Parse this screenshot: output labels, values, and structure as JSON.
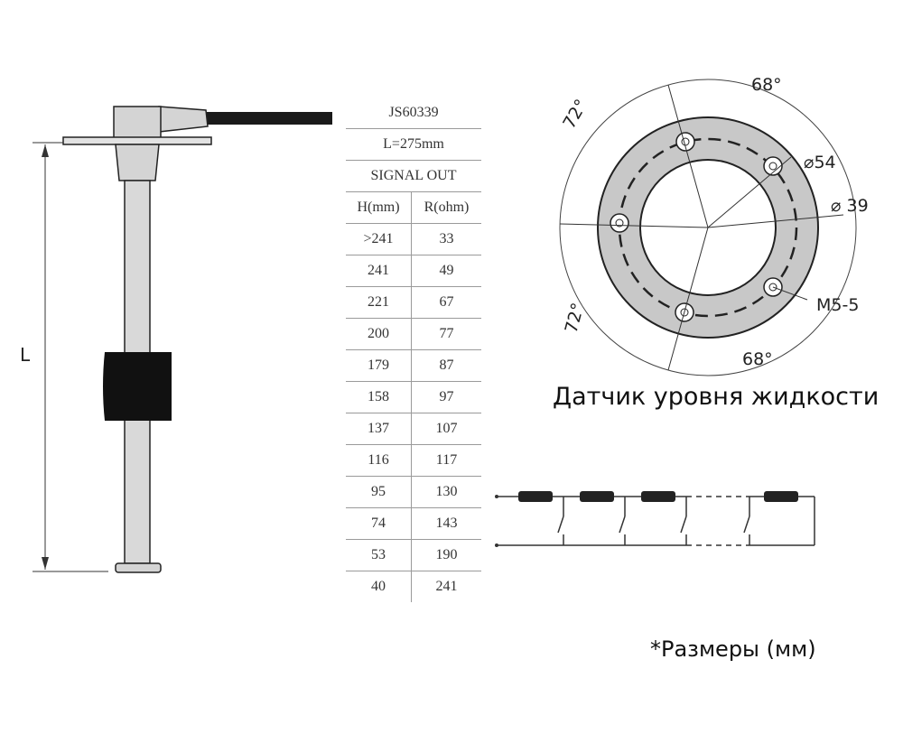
{
  "sensor": {
    "length_label": "L"
  },
  "table": {
    "model": "JS60339",
    "length": "L=275mm",
    "signal": "SIGNAL OUT",
    "col_h": "H(mm)",
    "col_r": "R(ohm)",
    "rows": [
      {
        "h": ">241",
        "r": "33"
      },
      {
        "h": "241",
        "r": "49"
      },
      {
        "h": "221",
        "r": "67"
      },
      {
        "h": "200",
        "r": "77"
      },
      {
        "h": "179",
        "r": "87"
      },
      {
        "h": "158",
        "r": "97"
      },
      {
        "h": "137",
        "r": "107"
      },
      {
        "h": "116",
        "r": "117"
      },
      {
        "h": "95",
        "r": "130"
      },
      {
        "h": "74",
        "r": "143"
      },
      {
        "h": "53",
        "r": "190"
      },
      {
        "h": "40",
        "r": "241"
      }
    ]
  },
  "flange": {
    "angle_top_right": "68°",
    "angle_top_left": "72°",
    "angle_bottom_left": "72°",
    "angle_bottom_right": "68°",
    "dia_outer": "⌀54",
    "dia_inner": "⌀ 39",
    "thread": "M5-5"
  },
  "title": "Датчик уровня жидкости",
  "note": "*Размеры (мм)",
  "colors": {
    "ring": "#c8c8c8",
    "float": "#111111",
    "tube": "#d9d9d9"
  }
}
